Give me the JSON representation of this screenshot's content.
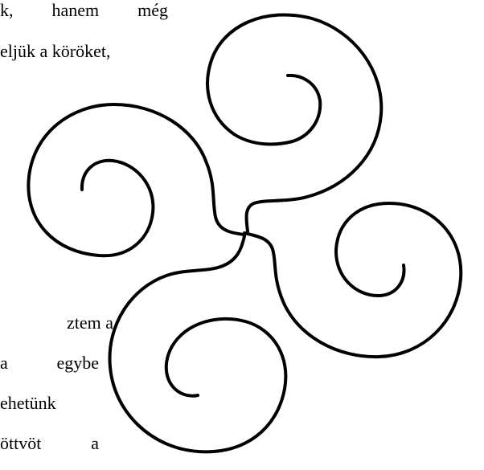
{
  "text": {
    "top_lines": [
      "k, hanem még",
      "eljük a köröket,"
    ],
    "bottom_lines": [
      "ztem a",
      "a egybe",
      "ehetünk",
      "öttvöt a"
    ]
  },
  "figure": {
    "stroke_color": "#000000",
    "background_color": "#ffffff"
  }
}
